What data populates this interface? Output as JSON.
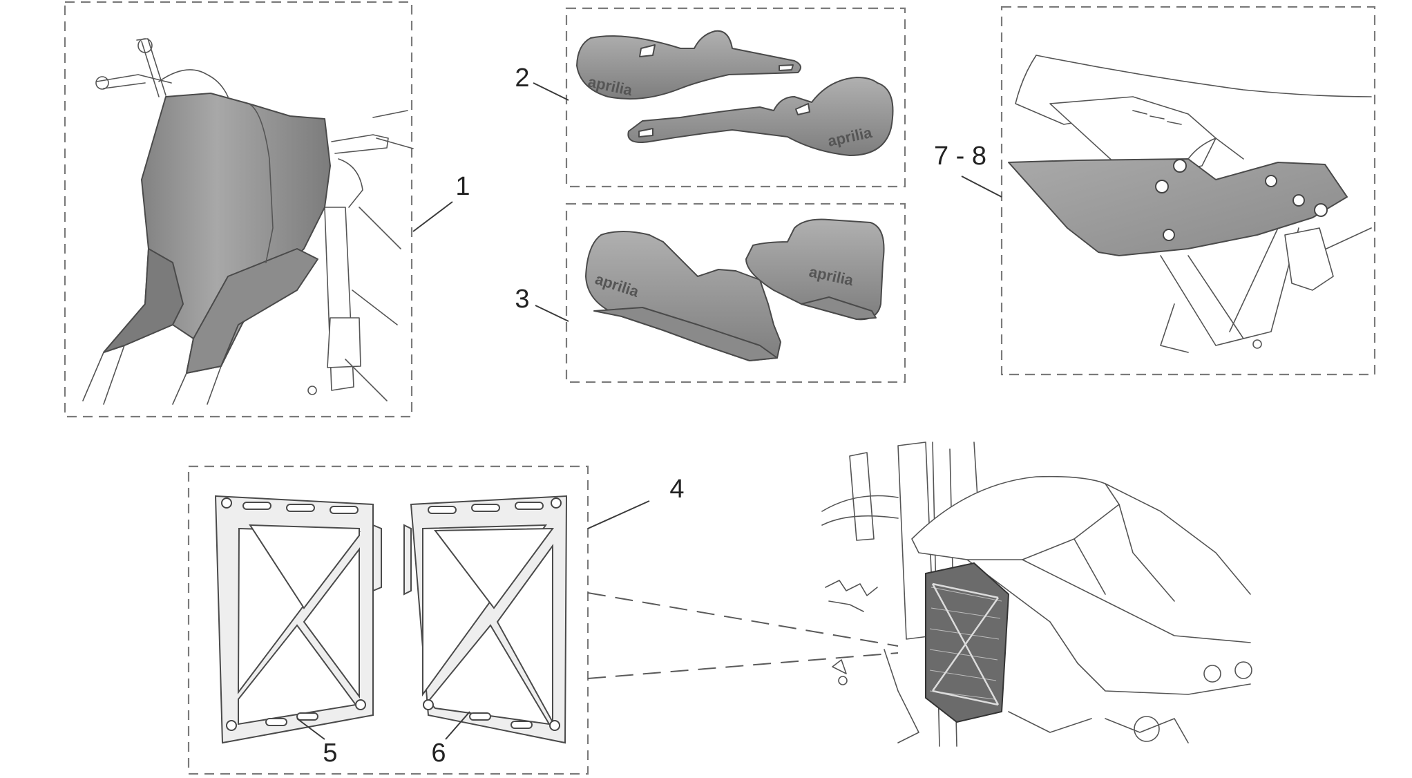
{
  "callouts": {
    "c1": "1",
    "c2": "2",
    "c3": "3",
    "c4": "4",
    "c5": "5",
    "c6": "6",
    "c78": "7 - 8"
  },
  "brand_marks": {
    "handguard_left": "aprilia",
    "handguard_right": "aprilia",
    "handguard_closed_left": "aprilia",
    "handguard_closed_right": "aprilia"
  },
  "icons": {
    "front_fairing": "fairing-shield-icon",
    "open_handguards": "handguard-open-icon",
    "closed_handguards": "handguard-closed-icon",
    "side_panel": "side-panel-icon",
    "radiator_guards": "radiator-guard-icon",
    "bike_detail": "motorcycle-radiator-detail-icon"
  },
  "colors": {
    "part_fill": "#9a9a9a",
    "part_dark": "#6e6e6e",
    "frame_stroke": "#7a7a7a",
    "line_art": "#555555"
  }
}
